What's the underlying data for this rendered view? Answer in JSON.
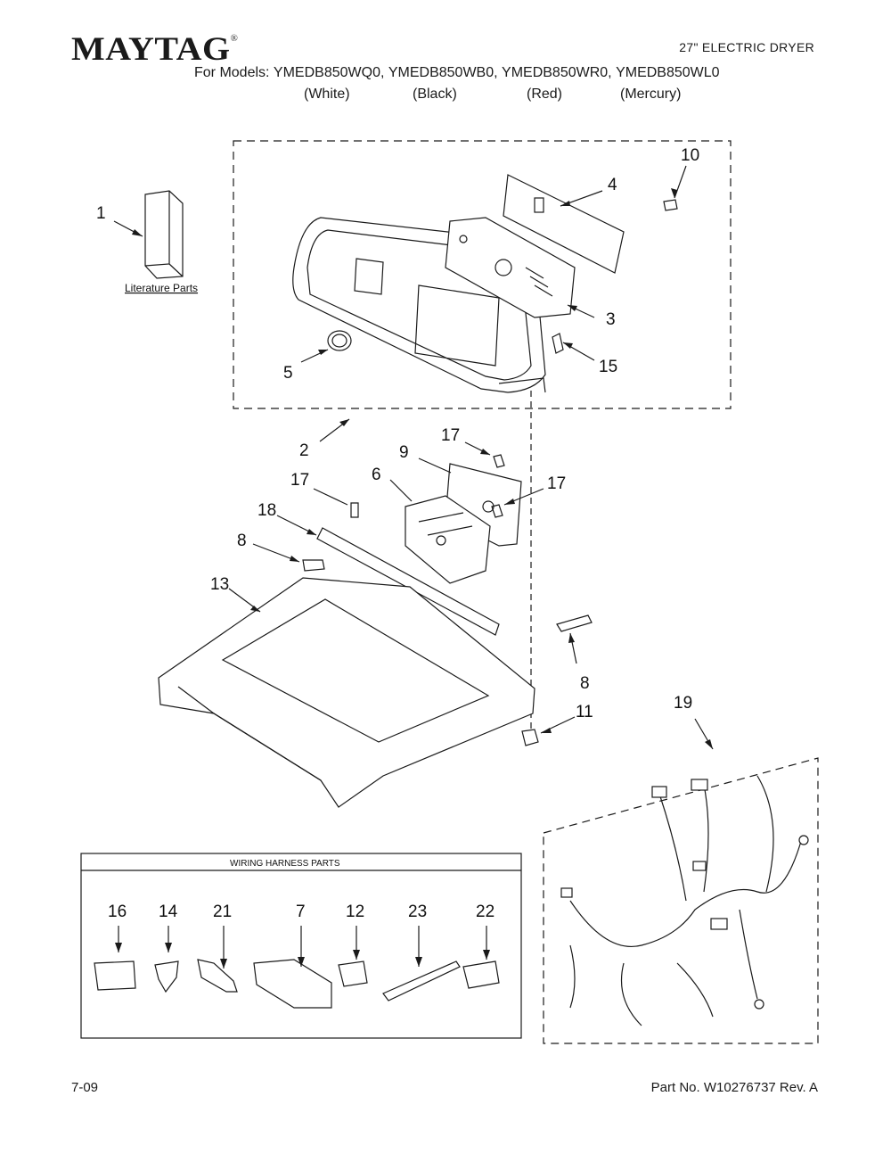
{
  "header": {
    "brand": "MAYTAG",
    "registered_mark": "®",
    "product": "27\" ELECTRIC DRYER",
    "models_prefix": "For Models:",
    "models": [
      {
        "code": "YMEDB850WQ0,",
        "color": "(White)"
      },
      {
        "code": "YMEDB850WB0,",
        "color": "(Black)"
      },
      {
        "code": "YMEDB850WR0,",
        "color": "(Red)"
      },
      {
        "code": "YMEDB850WL0",
        "color": "(Mercury)"
      }
    ]
  },
  "diagram": {
    "literature_label": "Literature Parts",
    "callouts": {
      "c1": "1",
      "c10": "10",
      "c4": "4",
      "c3": "3",
      "c15": "15",
      "c5": "5",
      "c2": "2",
      "c17a": "17",
      "c9": "9",
      "c6": "6",
      "c17b": "17",
      "c17c": "17",
      "c18": "18",
      "c8a": "8",
      "c13": "13",
      "c8b": "8",
      "c11": "11",
      "c19": "19"
    },
    "harness_box": {
      "title": "WIRING HARNESS PARTS",
      "items": [
        "16",
        "14",
        "21",
        "7",
        "12",
        "23",
        "22"
      ]
    }
  },
  "footer": {
    "date": "7-09",
    "part_number": "Part No. W10276737 Rev. A"
  },
  "colors": {
    "line": "#1a1a1a",
    "background": "#ffffff"
  }
}
